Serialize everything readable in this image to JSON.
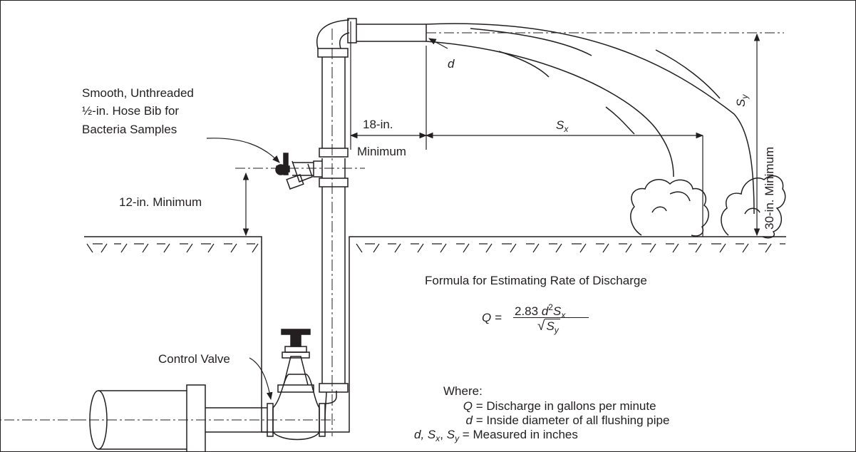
{
  "labels": {
    "hose_bib_1": "Smooth, Unthreaded",
    "hose_bib_2": "½-in. Hose Bib for",
    "hose_bib_3": "Bacteria Samples",
    "twelve_min": "12-in. Minimum",
    "eighteen": "18-in.",
    "eighteen_min": "Minimum",
    "d": "d",
    "sx": "S",
    "sx_sub": "x",
    "sy": "S",
    "sy_sub": "y",
    "thirty_min": "30-in. Minimum",
    "control_valve": "Control Valve"
  },
  "formula": {
    "title": "Formula for Estimating Rate of Discharge",
    "lhs": "Q =",
    "num_coef": "2.83",
    "num_d": "d",
    "num_exp": "2",
    "num_s": "S",
    "num_s_sub": "x",
    "den_s": "S",
    "den_s_sub": "y",
    "where": "Where:",
    "defs": [
      {
        "key": "Q",
        "eq": "=",
        "text": "Discharge in gallons per minute"
      },
      {
        "key": "d",
        "eq": "=",
        "text": "Inside diameter of all flushing pipe"
      }
    ],
    "last_key_d": "d,",
    "last_key_s1": "S",
    "last_key_s1_sub": "x",
    "last_key_s2": "S",
    "last_key_s2_sub": "y",
    "last_eq": "=",
    "last_text": "Measured in inches"
  },
  "colors": {
    "line": "#231f20",
    "background": "#ffffff"
  }
}
